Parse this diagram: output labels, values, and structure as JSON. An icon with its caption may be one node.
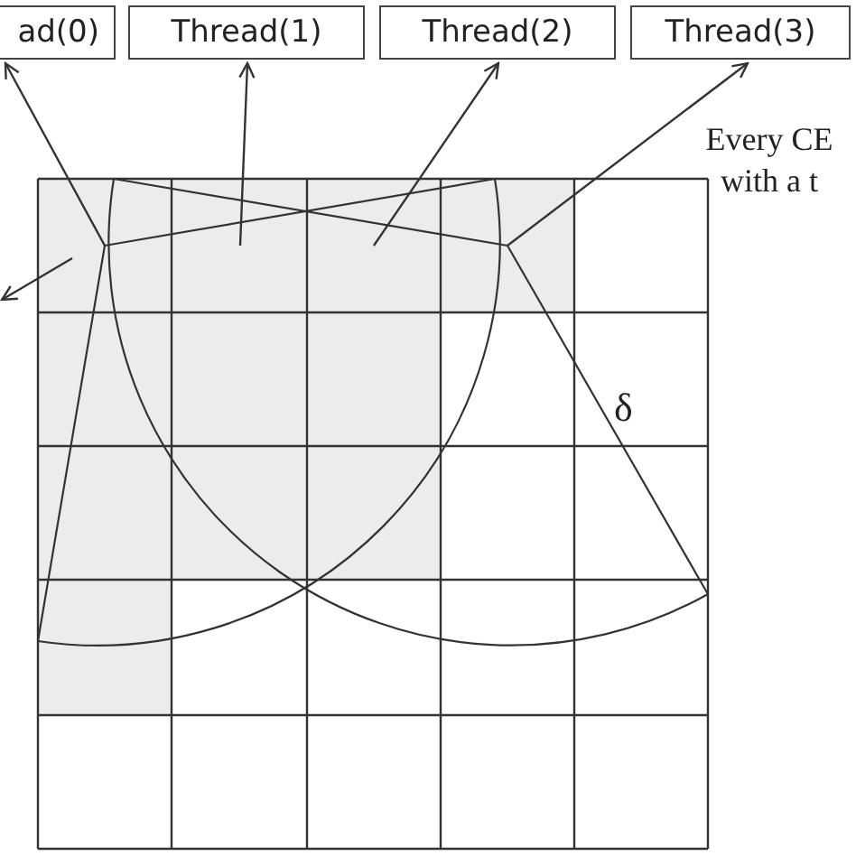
{
  "diagram": {
    "nodes": [
      {
        "text": [
          "ad(0)"
        ]
      },
      {
        "text": [
          "Thread(1)"
        ]
      },
      {
        "text": [
          "Thread(2)"
        ]
      },
      {
        "text": [
          "Thread(3)"
        ]
      },
      {
        "text": [],
        "shape": "box"
      },
      {
        "text": [],
        "shape": "box"
      },
      {
        "text": [],
        "shape": "box"
      },
      {
        "text": [],
        "shape": "box"
      }
    ],
    "edges": [
      {
        "from": 4,
        "to": 0,
        "arrow": "to"
      },
      {
        "from": 5,
        "to": 1,
        "arrow": "to"
      },
      {
        "from": 6,
        "to": 2,
        "arrow": "to"
      },
      {
        "from": 7,
        "to": 3,
        "arrow": "to"
      },
      {
        "from": 4,
        "to": null,
        "arrow": "to"
      }
    ],
    "labels": [
      "Every CE with a t",
      "δ"
    ]
  }
}
